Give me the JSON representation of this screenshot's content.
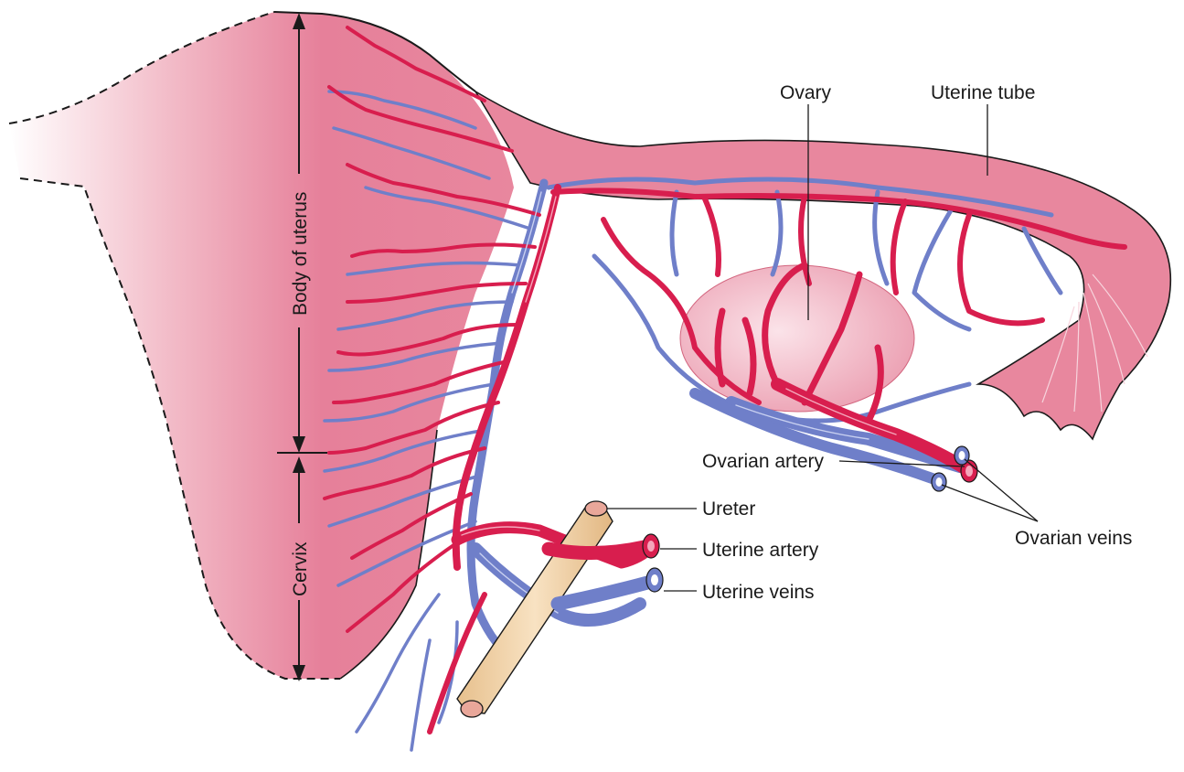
{
  "labels": {
    "ovary": "Ovary",
    "uterine_tube": "Uterine tube",
    "body_of_uterus": "Body of uterus",
    "cervix": "Cervix",
    "ovarian_artery": "Ovarian artery",
    "ovarian_veins": "Ovarian veins",
    "ureter": "Ureter",
    "uterine_artery": "Uterine artery",
    "uterine_veins": "Uterine veins"
  },
  "colors": {
    "uterus": "#e8879e",
    "uterus_fade": "#ffffff",
    "artery": "#d81e4e",
    "vein": "#6f7fc9",
    "ureter": "#f2d3a8",
    "ovary": "#f3bcc9",
    "tube": "#e8879e"
  }
}
